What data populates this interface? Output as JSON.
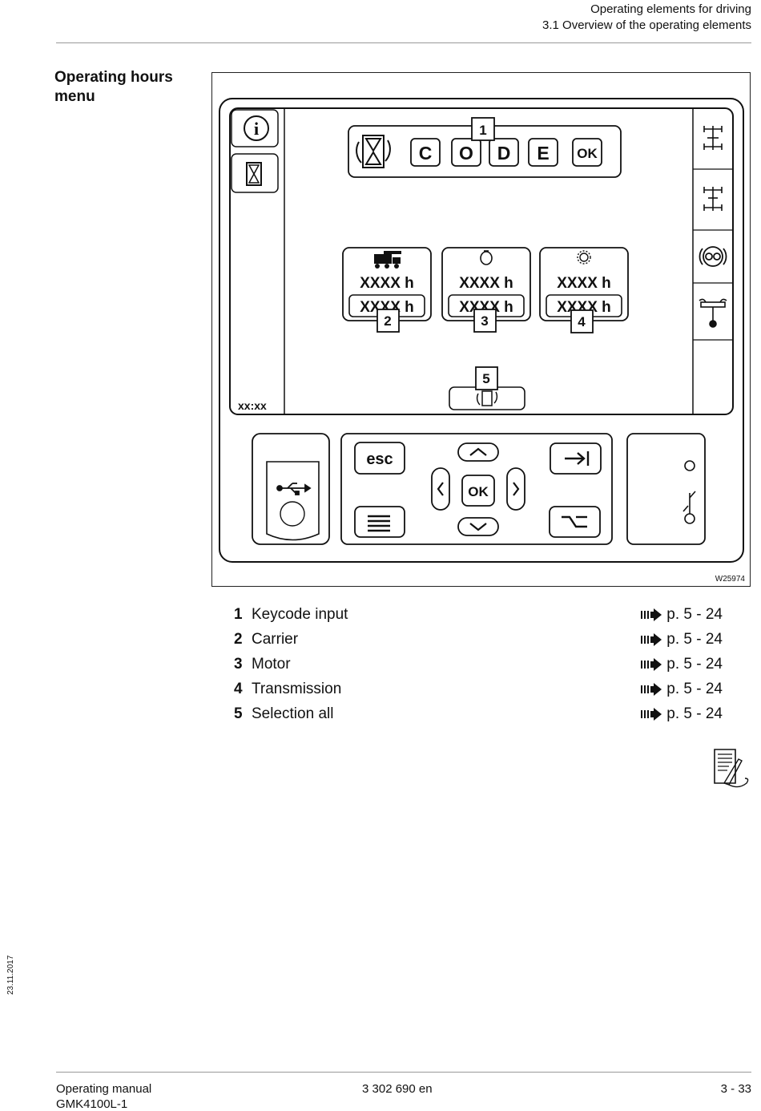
{
  "header": {
    "chapter": "Operating elements for driving",
    "section": "3.1 Overview of the operating elements"
  },
  "side_heading": "Operating hours menu",
  "figure": {
    "id": "W25974",
    "code_letters": [
      "C",
      "O",
      "D",
      "E"
    ],
    "ok_label": "OK",
    "hours_value": "XXXX h",
    "time_display": "xx:xx",
    "callouts": [
      "1",
      "2",
      "3",
      "4",
      "5"
    ],
    "keys": {
      "esc": "esc",
      "ok": "OK"
    }
  },
  "legend": [
    {
      "num": "1",
      "label": "Keycode input",
      "ref": "p. 5 - 24"
    },
    {
      "num": "2",
      "label": "Carrier",
      "ref": "p. 5 - 24"
    },
    {
      "num": "3",
      "label": "Motor",
      "ref": "p. 5 - 24"
    },
    {
      "num": "4",
      "label": "Transmission",
      "ref": "p. 5 - 24"
    },
    {
      "num": "5",
      "label": "Selection all",
      "ref": "p. 5 - 24"
    }
  ],
  "side_date": "23.11.2017",
  "footer": {
    "doc_type": "Operating manual",
    "model": "GMK4100L-1",
    "doc_number": "3 302 690 en",
    "page": "3 - 33"
  }
}
